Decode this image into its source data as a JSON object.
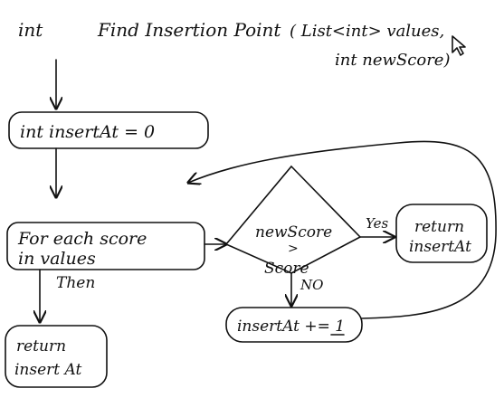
{
  "signature": {
    "return_type": "int",
    "name": "Find Insertion Point",
    "params_line1": "( List<int> values,",
    "params_line2": "int newScore)"
  },
  "nodes": {
    "init": "int  insertAt = 0",
    "loop_line1": "For each  score",
    "loop_line2": "in  values",
    "decision_line1": "newScore",
    "decision_line2": ">",
    "decision_line3": "Score",
    "return_found_line1": "return",
    "return_found_line2": "insertAt",
    "increment": "insertAt += 1",
    "return_end_line1": "return",
    "return_end_line2": "insert At"
  },
  "edges": {
    "yes_label": "Yes",
    "no_label": "NO",
    "then_label": "Then"
  },
  "colors": {
    "ink": "#111111",
    "paper": "#ffffff"
  }
}
